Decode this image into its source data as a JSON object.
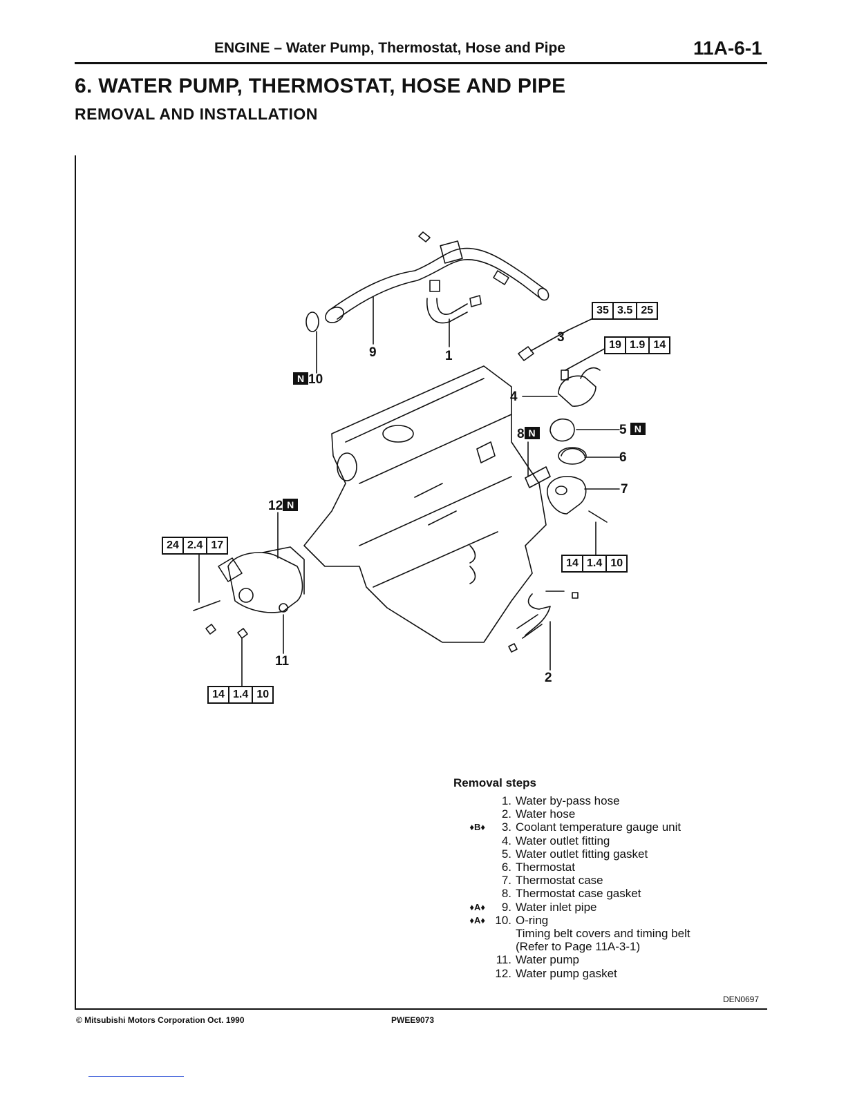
{
  "header": {
    "section": "ENGINE – Water Pump, Thermostat, Hose and Pipe",
    "page_number": "11A-6-1"
  },
  "title": "6. WATER PUMP, THERMOSTAT, HOSE AND PIPE",
  "subtitle": "REMOVAL AND INSTALLATION",
  "diagram": {
    "callouts": [
      "9",
      "1",
      "10",
      "3",
      "4",
      "8",
      "5",
      "6",
      "7",
      "12",
      "11",
      "2"
    ],
    "new_part_badge": "N",
    "torque_boxes": [
      [
        "35",
        "3.5",
        "25"
      ],
      [
        "19",
        "1.9",
        "14"
      ],
      [
        "14",
        "1.4",
        "10"
      ],
      [
        "24",
        "2.4",
        "17"
      ],
      [
        "14",
        "1.4",
        "10"
      ]
    ]
  },
  "removal_steps": {
    "heading": "Removal steps",
    "items": [
      {
        "mark": "",
        "num": "1.",
        "text": "Water by-pass hose"
      },
      {
        "mark": "",
        "num": "2.",
        "text": "Water hose"
      },
      {
        "mark": "♦B♦",
        "num": "3.",
        "text": "Coolant temperature gauge unit"
      },
      {
        "mark": "",
        "num": "4.",
        "text": "Water outlet fitting"
      },
      {
        "mark": "",
        "num": "5.",
        "text": "Water outlet fitting gasket"
      },
      {
        "mark": "",
        "num": "6.",
        "text": "Thermostat"
      },
      {
        "mark": "",
        "num": "7.",
        "text": "Thermostat case"
      },
      {
        "mark": "",
        "num": "8.",
        "text": "Thermostat case gasket"
      },
      {
        "mark": "♦A♦",
        "num": "9.",
        "text": "Water inlet pipe"
      },
      {
        "mark": "♦A♦",
        "num": "10.",
        "text": "O-ring"
      },
      {
        "mark": "",
        "num": "",
        "text": "Timing belt covers and timing belt"
      },
      {
        "mark": "",
        "num": "",
        "text": "(Refer to Page 11A-3-1)"
      },
      {
        "mark": "",
        "num": "11.",
        "text": "Water pump"
      },
      {
        "mark": "",
        "num": "12.",
        "text": "Water pump gasket"
      }
    ]
  },
  "drawing_code": "DEN0697",
  "footer": {
    "copyright": "© Mitsubishi Motors Corporation  Oct. 1990",
    "doc_code": "PWEE9073"
  }
}
